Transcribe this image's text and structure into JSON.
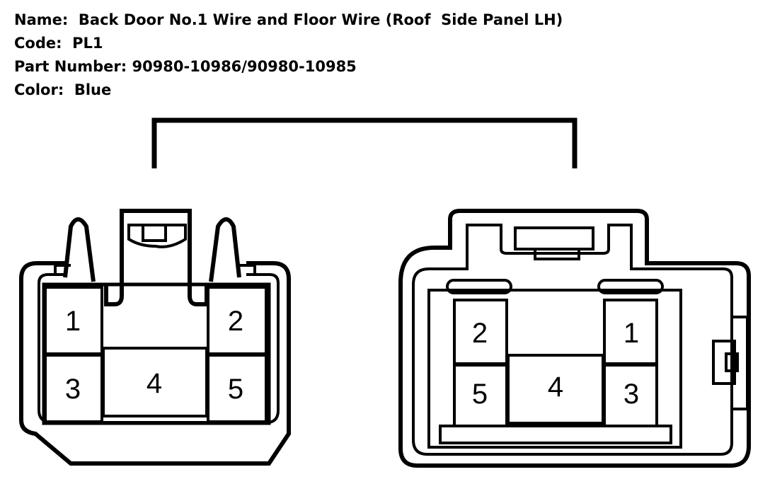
{
  "info": {
    "name_label": "Name:",
    "name_value": "Back Door No.1 Wire and Floor Wire (Roof  Side Panel LH)",
    "code_label": "Code:",
    "code_value": "PL1",
    "part_label": "Part Number:",
    "part_value": "90980-10986/90980-10985",
    "color_label": "Color:",
    "color_value": "Blue"
  },
  "left_connector": {
    "pins": [
      "1",
      "2",
      "3",
      "4",
      "5"
    ]
  },
  "right_connector": {
    "pins": [
      "2",
      "1",
      "5",
      "4",
      "3"
    ]
  },
  "colors": {
    "line": "#000000",
    "background": "#ffffff"
  }
}
